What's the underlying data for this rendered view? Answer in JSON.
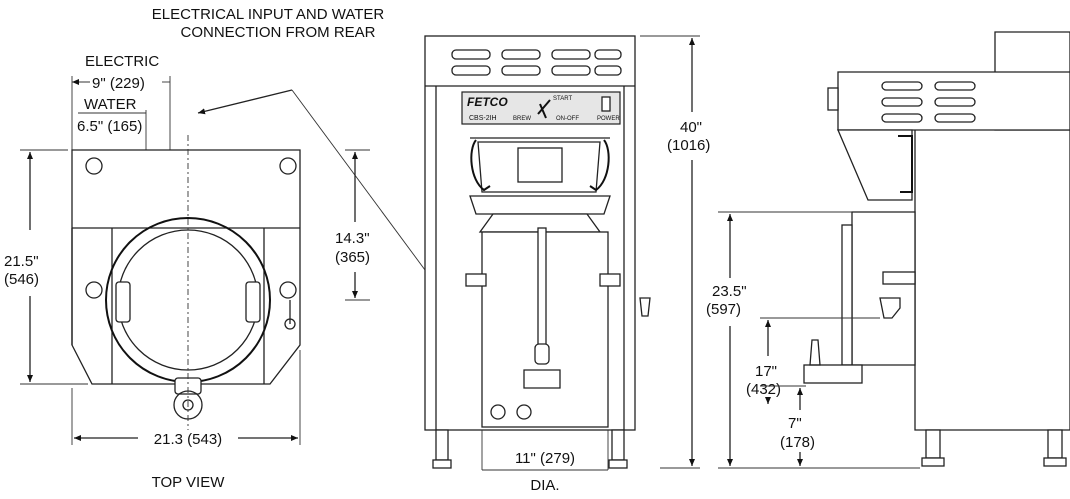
{
  "callouts": {
    "electrical_line1": "ELECTRICAL INPUT AND WATER",
    "electrical_line2": "CONNECTION FROM REAR",
    "electric": "ELECTRIC",
    "water": "WATER"
  },
  "top_view": {
    "caption": "TOP VIEW",
    "dim_electric": "9\" (229)",
    "dim_water": "6.5\" (165)",
    "dim_depth_in": "21.5\"",
    "dim_depth_mm": "(546)",
    "dim_width": "21.3 (543)"
  },
  "front_view": {
    "dim_upper_in": "14.3\"",
    "dim_upper_mm": "(365)",
    "dim_height_in": "40\"",
    "dim_height_mm": "(1016)",
    "dim_dia": "11\" (279)",
    "dia_label": "DIA.",
    "panel_logo": "FETCO",
    "panel_model": "CBS-2IH",
    "panel_labels": [
      "BREW",
      "START",
      "ON-OFF",
      "POWER"
    ]
  },
  "side_view": {
    "dim_a_in": "23.5\"",
    "dim_a_mm": "(597)",
    "dim_b_in": "17\"",
    "dim_b_mm": "(432)",
    "dim_c_in": "7\"",
    "dim_c_mm": "(178)"
  },
  "colors": {
    "ink": "#111111",
    "paper": "#ffffff",
    "panel": "#e6e6e6"
  }
}
